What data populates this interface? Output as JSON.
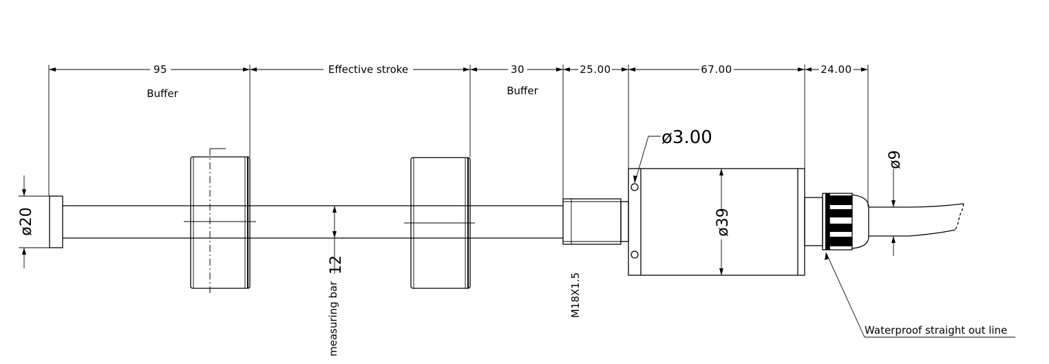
{
  "dimensions": {
    "d95": "95",
    "effective_stroke": "Effective stroke",
    "d30": "30",
    "d25": "25.00",
    "d67": "67.00",
    "d24": "24.00",
    "phi3": "ø3.00",
    "phi20": "ø20",
    "phi39": "ø39",
    "phi9": "ø9",
    "bar12": "12"
  },
  "labels": {
    "buffer_left": "Buffer",
    "buffer_right": "Buffer",
    "measuring_bar": "measuring bar",
    "thread": "M18X1.5",
    "waterproof": "Waterproof straight out line"
  }
}
